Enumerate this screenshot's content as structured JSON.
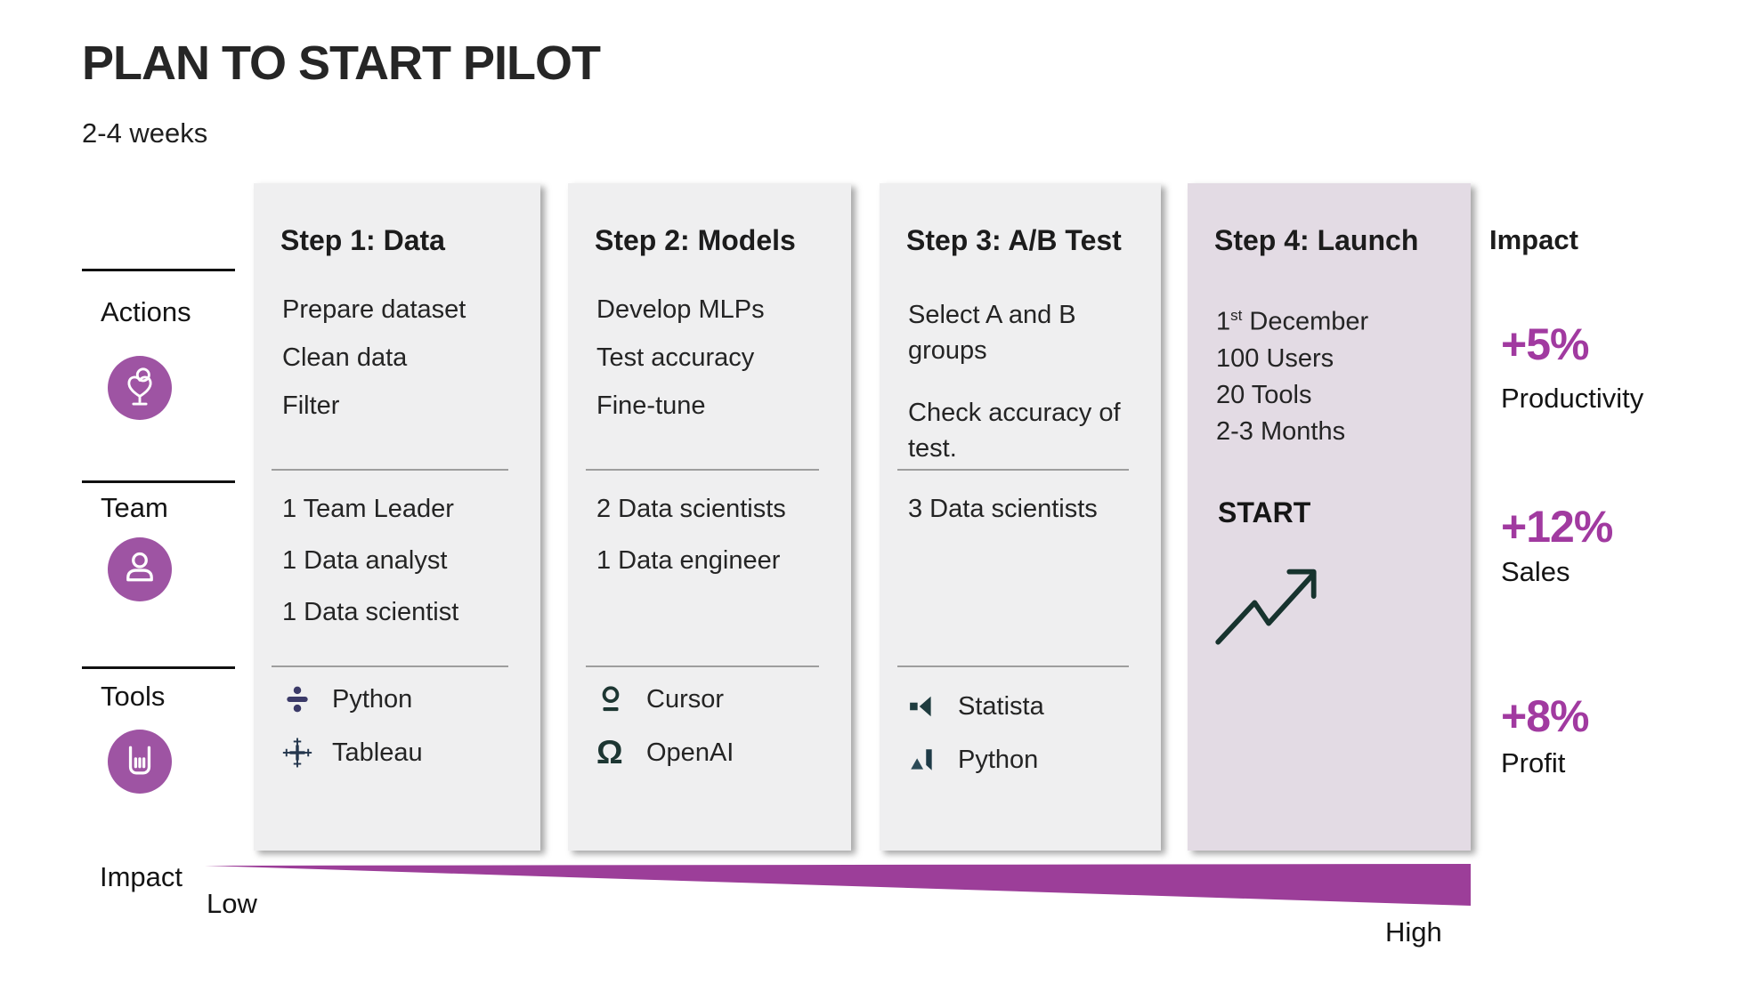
{
  "title": "PLAN TO START PILOT",
  "subtitle": "2-4 weeks",
  "colors": {
    "accent_purple_text": "#a13aa0",
    "circle_purple": "#9e54a3",
    "wedge_purple": "#9c3e99",
    "card_bg": "#efeff0",
    "highlight_card_bg": "#e3dbe4",
    "dark_teal_icon": "#1d3632",
    "python_indigo_icon": "#3b3a68",
    "tableau_navy_icon": "#24364d"
  },
  "sidebar": {
    "rows": [
      {
        "label": "Actions",
        "icon": "heart-plant-icon"
      },
      {
        "label": "Team",
        "icon": "person-icon"
      },
      {
        "label": "Tools",
        "icon": "bar-chart-bucket-icon"
      }
    ],
    "impact_label": "Impact"
  },
  "steps": [
    {
      "title": "Step 1: Data",
      "actions": [
        "Prepare dataset",
        "Clean data",
        "Filter"
      ],
      "team": [
        "1 Team Leader",
        "1 Data analyst",
        "1 Data scientist"
      ],
      "tools": [
        {
          "name": "Python",
          "icon": "python-logo-icon"
        },
        {
          "name": "Tableau",
          "icon": "tableau-logo-icon"
        }
      ]
    },
    {
      "title": "Step 2: Models",
      "actions": [
        "Develop MLPs",
        "Test accuracy",
        "Fine-tune"
      ],
      "team": [
        "2 Data scientists",
        "1 Data engineer"
      ],
      "tools": [
        {
          "name": "Cursor",
          "icon": "cursor-logo-icon"
        },
        {
          "name": "OpenAI",
          "icon": "openai-logo-icon"
        }
      ]
    },
    {
      "title": "Step 3: A/B Test",
      "actions": [
        "Select A and B groups",
        "Check accuracy of test."
      ],
      "team": [
        "3 Data scientists"
      ],
      "tools": [
        {
          "name": "Statista",
          "icon": "statista-logo-icon"
        },
        {
          "name": "Python",
          "icon": "python-flag-icon"
        }
      ]
    },
    {
      "title": "Step 4: Launch",
      "date": {
        "day": "1",
        "ordinal": "st",
        "rest": " December"
      },
      "details": [
        "100 Users",
        "20 Tools",
        "2-3 Months"
      ],
      "start_label": "START"
    }
  ],
  "impact_panel": {
    "header": "Impact",
    "metrics": [
      {
        "value": "+5%",
        "label": "Productivity"
      },
      {
        "value": "+12%",
        "label": "Sales"
      },
      {
        "value": "+8%",
        "label": "Profit"
      }
    ]
  },
  "impact_axis": {
    "low": "Low",
    "high": "High"
  }
}
